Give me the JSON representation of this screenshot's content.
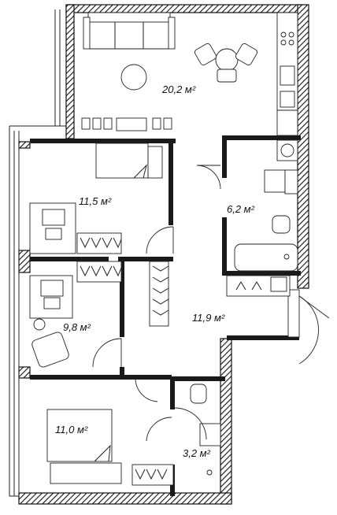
{
  "rooms": [
    {
      "id": "living-kitchen",
      "area": "20,2 м²"
    },
    {
      "id": "bedroom-1",
      "area": "11,5 м²"
    },
    {
      "id": "bathroom",
      "area": "6,2 м²"
    },
    {
      "id": "bedroom-2",
      "area": "9,8 м²"
    },
    {
      "id": "hall",
      "area": "11,9 м²"
    },
    {
      "id": "bedroom-3",
      "area": "11,0 м²"
    },
    {
      "id": "wc",
      "area": "3,2 м²"
    }
  ],
  "colors": {
    "wall": "#1a1a1a",
    "line": "#222222",
    "background": "#ffffff"
  }
}
